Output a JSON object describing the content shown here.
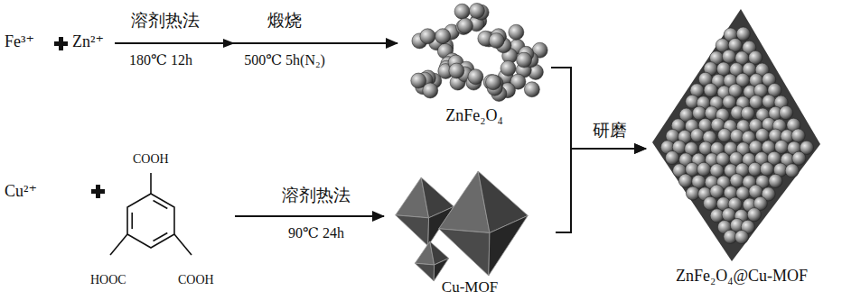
{
  "diagram": {
    "nodes": [
      {
        "text": [
          "Fe³⁺",
          "Zn²⁺"
        ]
      },
      {
        "text": [
          "ZnFe₂O₄"
        ]
      },
      {
        "text": [
          "Cu²⁺",
          "COOH",
          "HOOC",
          "COOH"
        ]
      },
      {
        "text": [
          "Cu-MOF"
        ]
      },
      {
        "text": [
          "ZnFe₂O₄@Cu-MOF"
        ]
      }
    ],
    "edges": [
      {
        "from": 0,
        "to": 1,
        "arrow": "to"
      },
      {
        "from": 2,
        "to": 3,
        "arrow": "to"
      },
      {
        "from": 1,
        "to": 4,
        "arrow": "to"
      },
      {
        "from": 3,
        "to": 4,
        "arrow": "to"
      }
    ],
    "labels": [
      "溶剂热法",
      "180℃ 12h",
      "煅烧",
      "500℃ 5h(N₂)",
      "溶剂热法",
      "90℃ 24h",
      "研磨"
    ]
  }
}
